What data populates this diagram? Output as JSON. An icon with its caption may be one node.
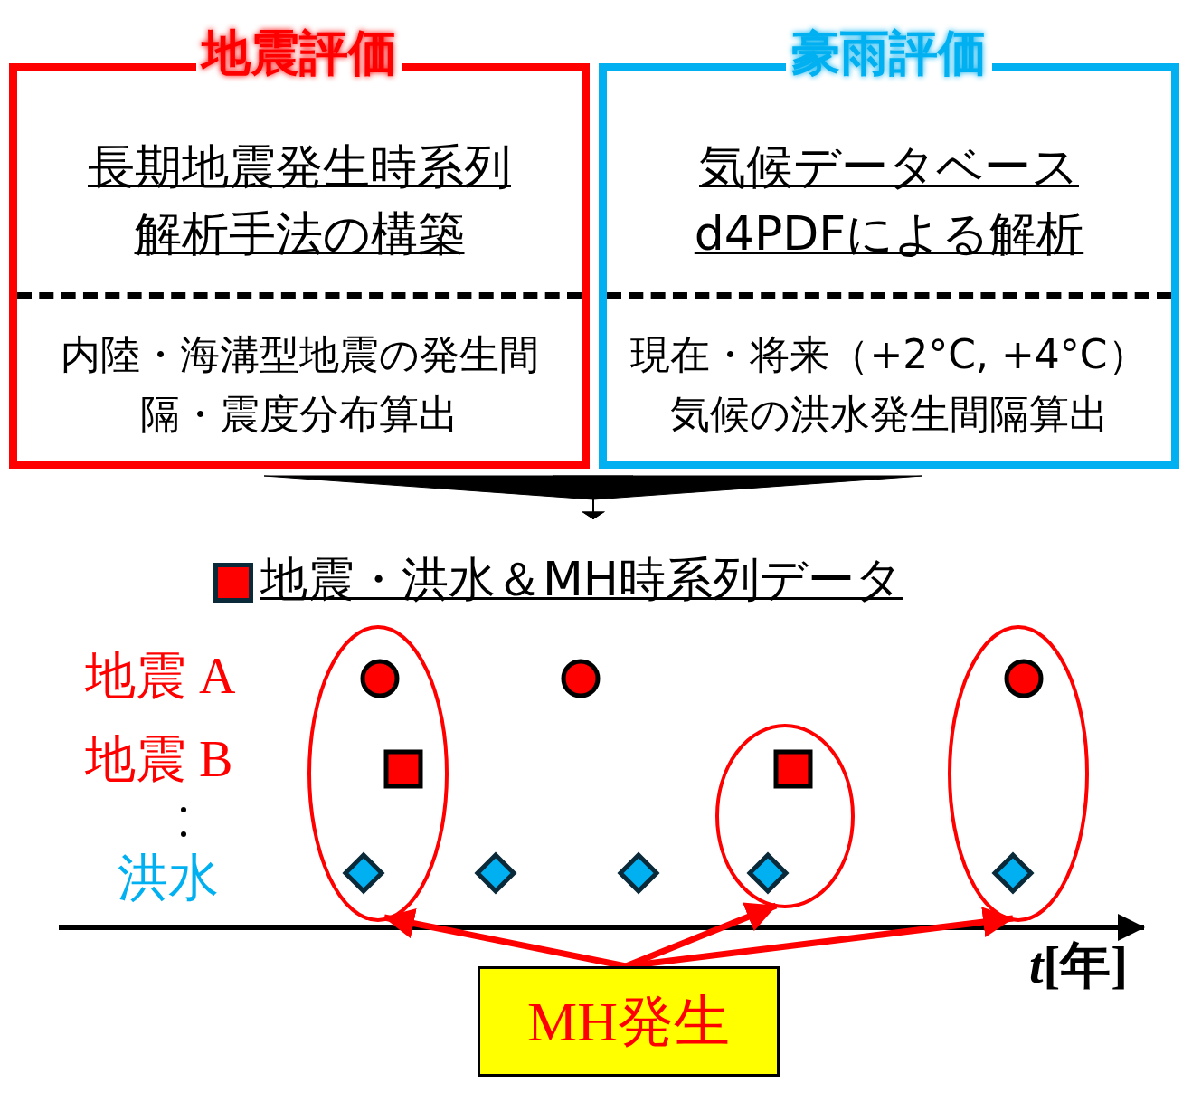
{
  "diagram": {
    "nodes": [
      {
        "text": [
          "地震評価",
          "長期地震発生時系列解析手法の構築",
          "内陸・海溝型地震の発生間隔・震度分布算出"
        ]
      },
      {
        "text": [
          "豪雨評価",
          "気候データベースd4PDFによる解析",
          "現在・将来（+2°C, +4°C）気候の洪水発生間隔算出"
        ]
      },
      {
        "text": [
          "地震・洪水＆MH時系列データ"
        ]
      },
      {
        "text": [],
        "shape": "ellipse"
      },
      {
        "text": [],
        "shape": "ellipse"
      },
      {
        "text": [],
        "shape": "ellipse"
      },
      {
        "text": [
          "MH発生"
        ]
      }
    ],
    "edges": [
      {
        "from": 0,
        "to": 2,
        "arrow": "to",
        "color": "#000000"
      },
      {
        "from": 1,
        "to": 2,
        "arrow": "to",
        "color": "#000000"
      },
      {
        "from": 6,
        "to": 3,
        "arrow": "to"
      },
      {
        "from": 6,
        "to": 4,
        "arrow": "to"
      },
      {
        "from": 6,
        "to": 5,
        "arrow": "to"
      }
    ],
    "labels": [
      "地震 A",
      "地震 B",
      "洪水",
      "*t*[年]"
    ]
  }
}
